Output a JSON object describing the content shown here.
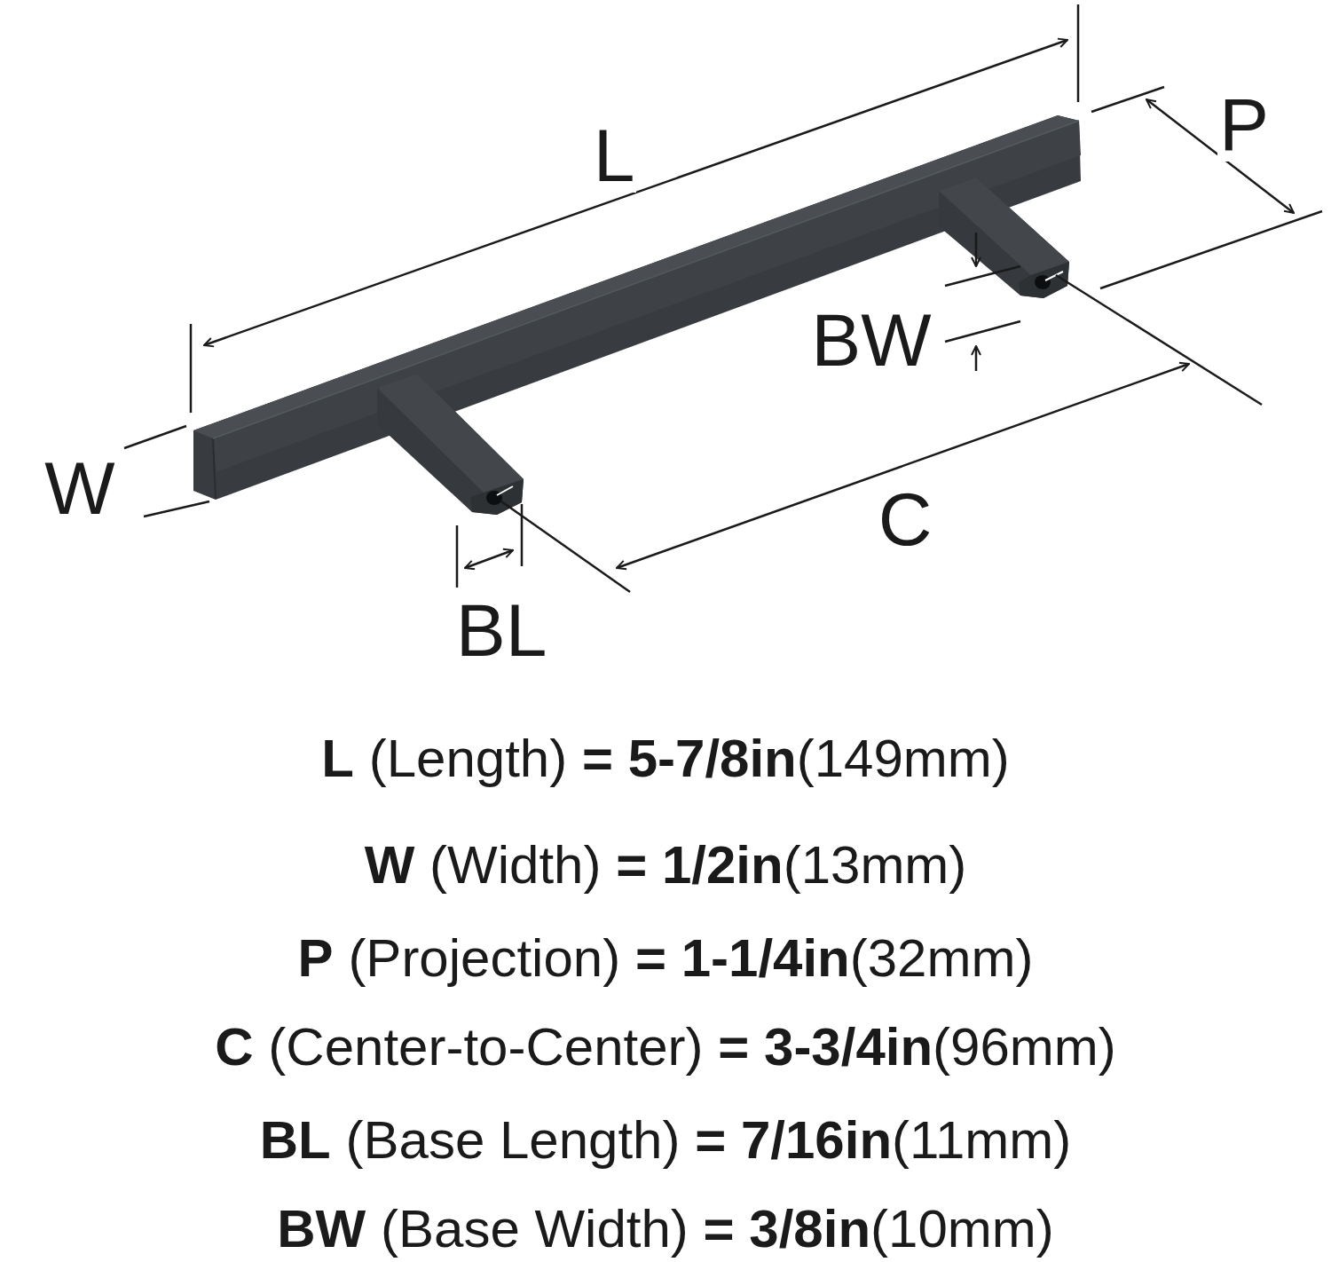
{
  "diagram": {
    "labels": [
      "L",
      "P",
      "BW",
      "W",
      "C",
      "BL",
      "L",
      "(Length)",
      "= 5-7/8in",
      "(149mm)",
      "W",
      "(Width)",
      "= 1/2in",
      "(13mm)",
      "P",
      "(Projection)",
      "= 1-1/4in",
      "(32mm)",
      "C",
      "(Center-to-Center)",
      "= 3-3/4in",
      "(96mm)",
      "BL",
      "(Base Length)",
      "= 7/16in",
      "(11mm)",
      "BW",
      "(Base Width)",
      "= 3/8in",
      "(10mm)"
    ]
  }
}
